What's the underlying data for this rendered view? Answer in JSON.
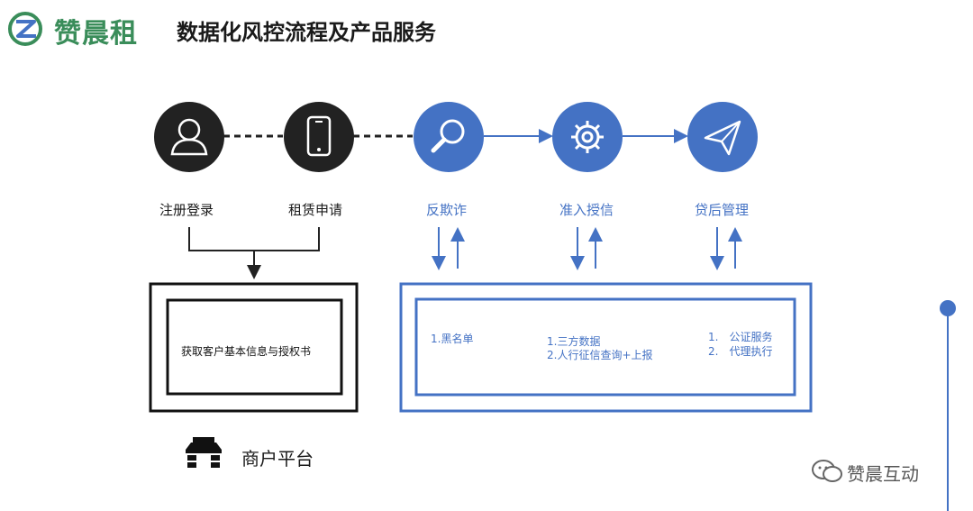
{
  "header": {
    "brand": "赞晨租",
    "title": "数据化风控流程及产品服务"
  },
  "flow_steps": [
    {
      "label": "注册登录",
      "icon": "user-icon"
    },
    {
      "label": "租赁申请",
      "icon": "phone-icon"
    },
    {
      "label": "反欺诈",
      "icon": "search-icon"
    },
    {
      "label": "准入授信",
      "icon": "gear-icon"
    },
    {
      "label": "贷后管理",
      "icon": "paper-plane-icon"
    }
  ],
  "merchant_box": {
    "text": "获取客户基本信息与授权书"
  },
  "service_box": {
    "col1": [
      "1.黑名单"
    ],
    "col2": [
      "1.三方数据",
      "2.人行征信查询+上报"
    ],
    "col3": [
      "1.　公证服务",
      "2.　代理执行"
    ]
  },
  "merchant_platform": {
    "label": "商户平台",
    "icon": "store-icon"
  },
  "watermark": "赞晨互动",
  "colors": {
    "dark_circle": "#222222",
    "blue_circle": "#4472c4",
    "brand_green": "#3a8d5a"
  }
}
